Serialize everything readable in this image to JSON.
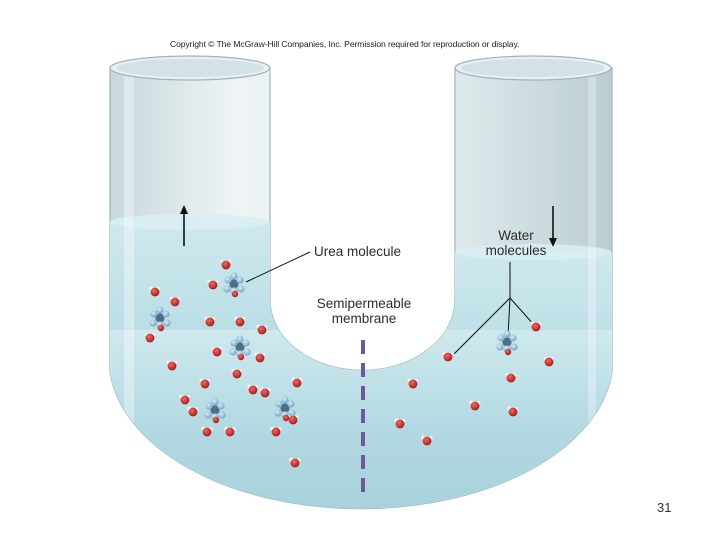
{
  "copyright": "Copyright © The McGraw-Hill Companies, Inc. Permission required for reproduction or display.",
  "labels": {
    "urea": "Urea molecule",
    "semi_line1": "Semipermeable",
    "semi_line2": "membrane",
    "water_line1": "Water",
    "water_line2": "molecules"
  },
  "page_number": "31",
  "colors": {
    "water": "#b7dde4",
    "tube": "#dbe6e8",
    "membrane": "#6e5a9a",
    "oxygen": "#c0282a",
    "urea": "#8fb6d4"
  },
  "icons": {
    "left_arrow": "arrow-up-icon",
    "right_arrow": "arrow-down-icon"
  }
}
